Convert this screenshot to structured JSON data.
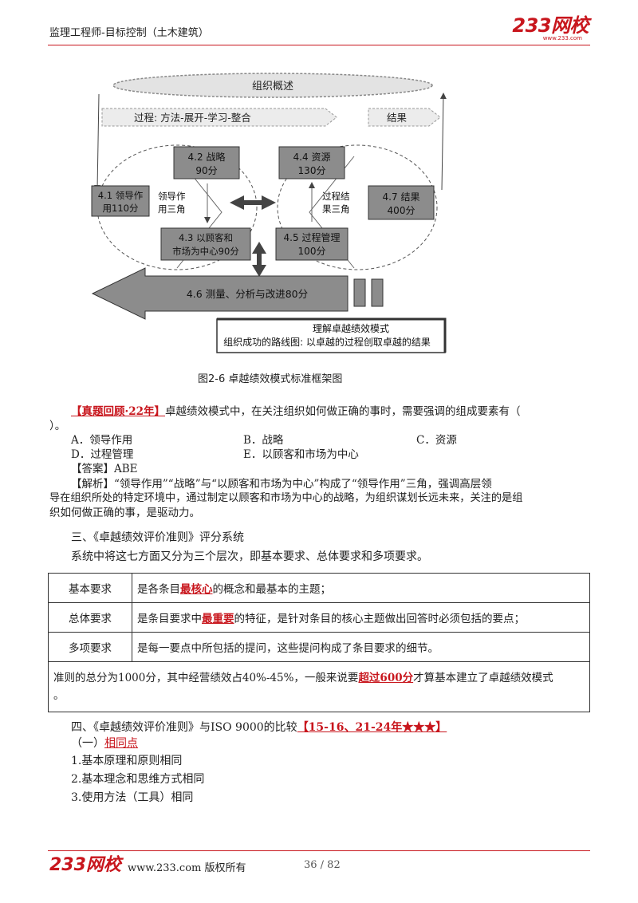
{
  "header": {
    "title": "监理工程师-目标控制（土木建筑）",
    "logo_text": "233网校",
    "logo_url": "www.233.com"
  },
  "diagram": {
    "top_oval": "组织概述",
    "process_arrow": "过程: 方法-展开-学习-整合",
    "result_arrow": "结果",
    "box_leadership": [
      "4.1 领导作",
      "用110分"
    ],
    "box_strategy": [
      "4.2 战略",
      "90分"
    ],
    "box_customer": [
      "4.3 以顾客和",
      "市场为中心90分"
    ],
    "box_resources": [
      "4.4 资源",
      "130分"
    ],
    "box_process": [
      "4.5 过程管理",
      "100分"
    ],
    "box_results": [
      "4.7 结果",
      "400分"
    ],
    "triangle_left": [
      "领导作",
      "用三角"
    ],
    "triangle_right": [
      "过程结",
      "果三角"
    ],
    "measure_arrow": "4.6 测量、分析与改进80分",
    "bottom_box_line1": "理解卓越绩效模式",
    "bottom_box_line2": "组织成功的路线图: 以卓越的过程创取卓越的结果"
  },
  "figure_caption": "图2-6  卓越绩效模式标准框架图",
  "question": {
    "tag": "【真题回顾·22年】",
    "stem": "卓越绩效模式中，在关注组织如何做正确的事时，需要强调的组成要素有（",
    "stem_end": "）。",
    "options": {
      "A": "A．领导作用",
      "B": "B．战略",
      "C": "C．资源",
      "D": "D．过程管理",
      "E": "E．以顾客和市场为中心"
    },
    "answer_label": "【答案】",
    "answer": "ABE",
    "analysis_label": "【解析】",
    "analysis_l1": "“领导作用”“战略”与“以顾客和市场为中心”构成了“领导作用”三角，强调高层领",
    "analysis_l2": "导在组织所处的特定环境中，通过制定以顾客和市场为中心的战略，为组织谋划长远未来，关注的是组",
    "analysis_l3": "织如何做正确的事，是驱动力。"
  },
  "section3": {
    "heading": "三、《卓越绩效评价准则》评分系统",
    "intro": "系统中将这七方面又分为三个层次，即基本要求、总体要求和多项要求。"
  },
  "table": {
    "rows": [
      {
        "label": "基本要求",
        "pre": "是各条目",
        "em": "最核心",
        "post": "的概念和最基本的主题；"
      },
      {
        "label": "总体要求",
        "pre": "是条目要求中",
        "em": "最重要",
        "post": "的特征，是针对条目的核心主题做出回答时必须包括的要点；"
      },
      {
        "label": "多项要求",
        "pre": "是每一要点中所包括的提问，这些提问构成了条目要求的细节。",
        "em": "",
        "post": ""
      }
    ],
    "note_pre": "准则的总分为1000分，其中经营绩效占40%-45%，一般来说要",
    "note_em": "超过600分",
    "note_post": "才算基本建立了卓越绩效模式",
    "note_end": "。"
  },
  "section4": {
    "heading": "四、《卓越绩效评价准则》与ISO 9000的比较",
    "tag": "【15-16、21-24年★★★】",
    "sub_prefix": "（一）",
    "sub_title": "相同点",
    "items": [
      "1.基本原理和原则相同",
      "2.基本理念和思维方式相同",
      "3.使用方法（工具）相同"
    ]
  },
  "footer": {
    "logo_text": "233网校",
    "copyright": "www.233.com 版权所有",
    "page": "36 / 82"
  }
}
